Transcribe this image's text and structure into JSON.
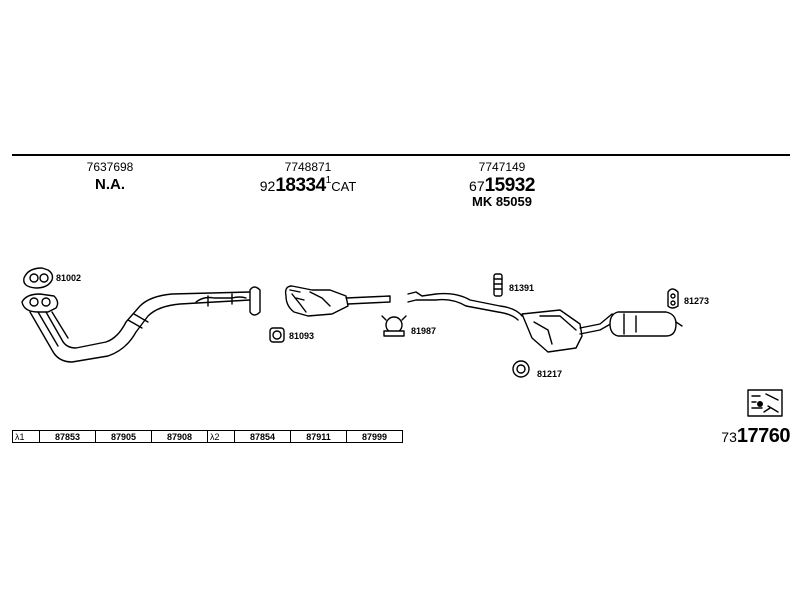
{
  "parts_header": [
    {
      "ref": "7637698",
      "main": "N.A.",
      "prefix": "",
      "suffix": "",
      "sup": ""
    },
    {
      "ref": "7748871",
      "prefix": "92",
      "main": "18334",
      "sup": "1",
      "suffix": "CAT"
    },
    {
      "ref": "7747149",
      "prefix": "67",
      "main": "15932",
      "sup": "",
      "suffix": "",
      "extra": "MK 85059"
    }
  ],
  "component_labels": {
    "gasket_front": "81002",
    "gasket_cat": "81093",
    "clamp": "81987",
    "spring": "81391",
    "ring": "81217",
    "hanger": "81273"
  },
  "lambda_groups": [
    {
      "symbol": "λ",
      "index": "1",
      "values": [
        "87853",
        "87905",
        "87908"
      ]
    },
    {
      "symbol": "λ",
      "index": "2",
      "values": [
        "87854",
        "87911",
        "87999"
      ]
    }
  ],
  "total": {
    "prefix": "73",
    "main": "17760"
  }
}
